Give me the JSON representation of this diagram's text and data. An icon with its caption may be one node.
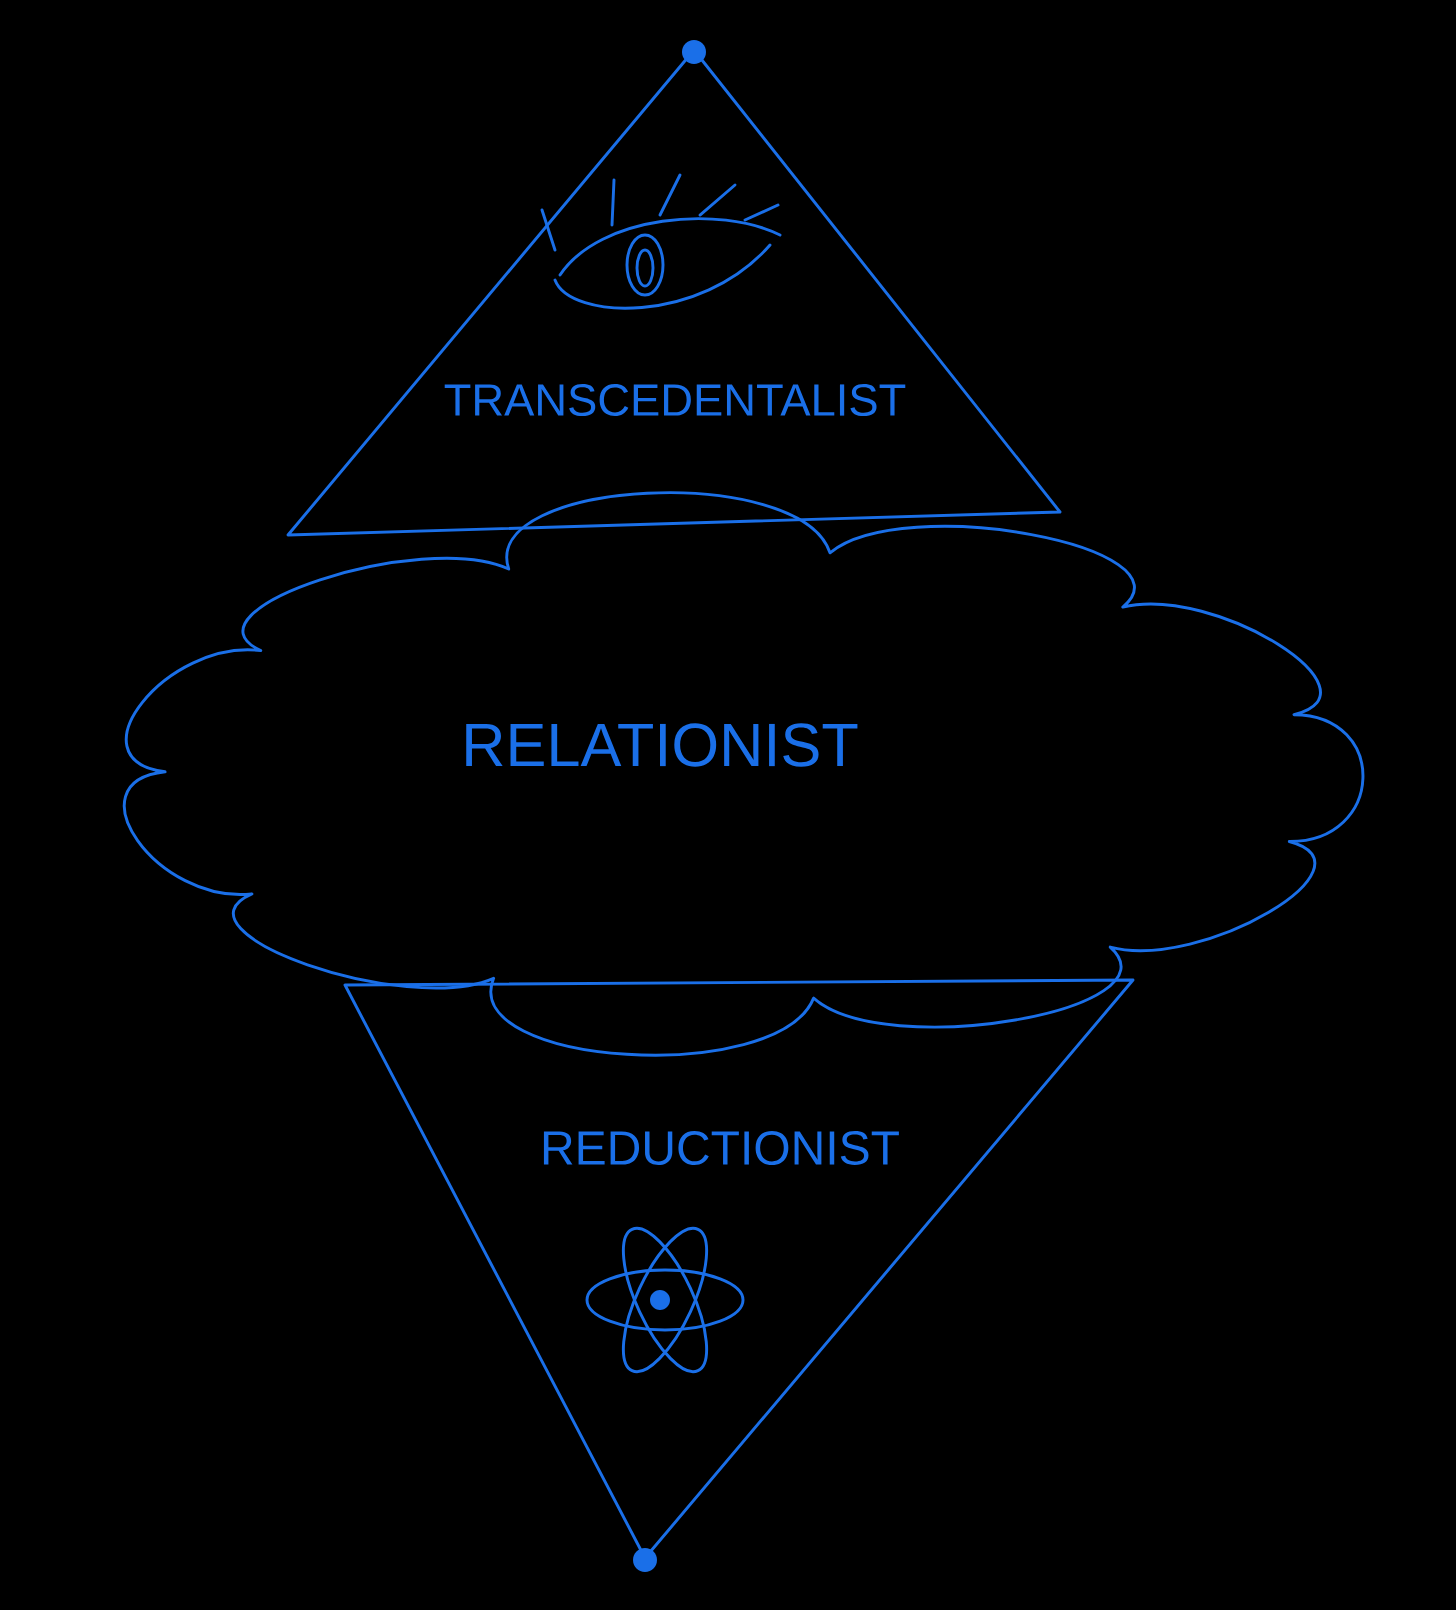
{
  "diagram": {
    "nodes": [
      {
        "text": [
          "TRANSCEDENTALIST"
        ]
      },
      {
        "text": [
          "RELATIONIST"
        ]
      },
      {
        "text": [
          "REDUCTIONIST"
        ]
      }
    ],
    "edges": []
  }
}
